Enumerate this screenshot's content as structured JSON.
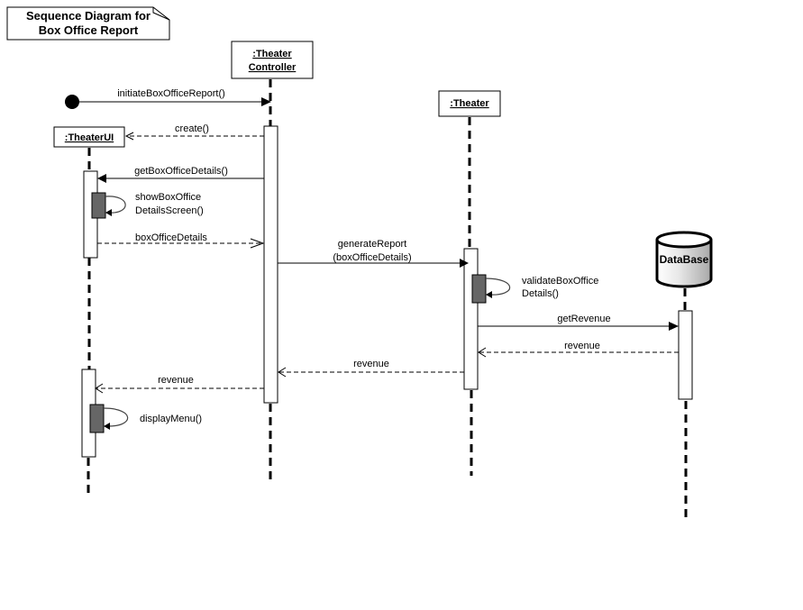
{
  "title": {
    "line1": "Sequence Diagram for",
    "line2": "Box Office Report"
  },
  "lifelines": {
    "controller": {
      "line1": ":Theater",
      "line2": "Controller"
    },
    "theaterUI": {
      "label": ":TheaterUI"
    },
    "theater": {
      "label": ":Theater"
    },
    "database": {
      "label": "DataBase"
    }
  },
  "messages": {
    "m1": "initiateBoxOfficeReport()",
    "m2": "create()",
    "m3": "getBoxOfficeDetails()",
    "m4a": "showBoxOffice",
    "m4b": "DetailsScreen()",
    "m5": "boxOfficeDetails",
    "m6a": "generateReport",
    "m6b": "(boxOfficeDetails)",
    "m7a": "validateBoxOffice",
    "m7b": "Details()",
    "m8": "getRevenue",
    "m9": "revenue",
    "m10": "revenue",
    "m11": "revenue",
    "m12": "displayMenu()"
  },
  "colors": {
    "self_activation": "#666666",
    "database_fill_light": "#ffffff",
    "database_fill_dark": "#aaaaaa"
  }
}
